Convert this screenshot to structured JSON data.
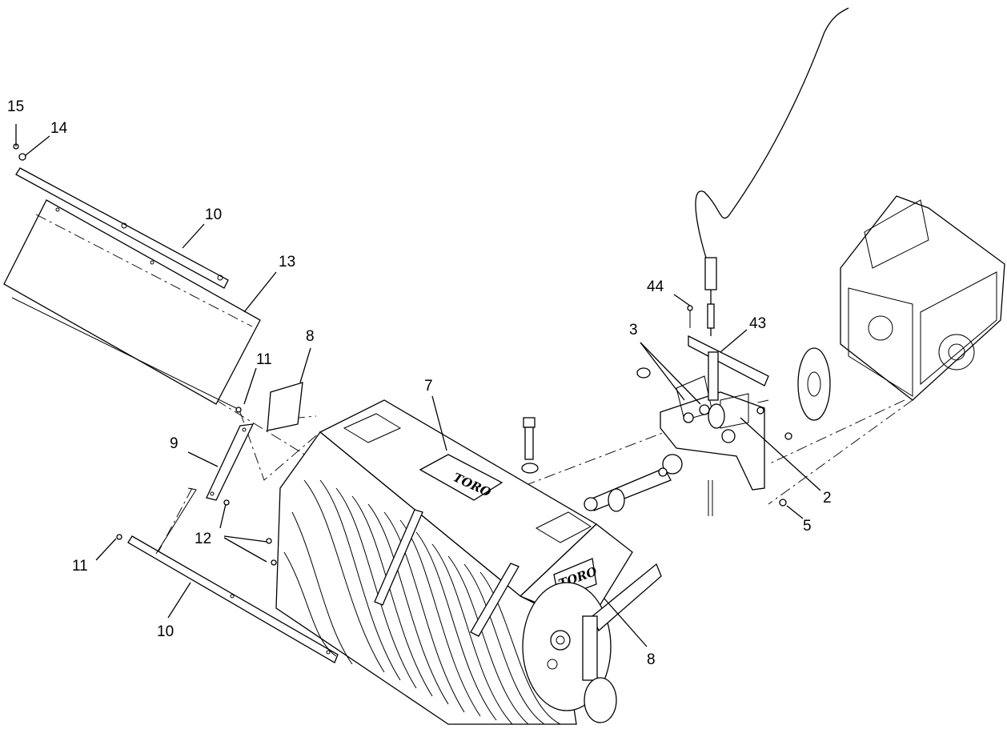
{
  "labels": [
    "15",
    "14",
    "10",
    "13",
    "8",
    "11",
    "9",
    "12",
    "11",
    "10",
    "7",
    "8",
    "44",
    "3",
    "43",
    "2",
    "5"
  ],
  "logos": {
    "brand": "TORO"
  },
  "colors": {
    "line": "#000000",
    "background": "#ffffff"
  }
}
